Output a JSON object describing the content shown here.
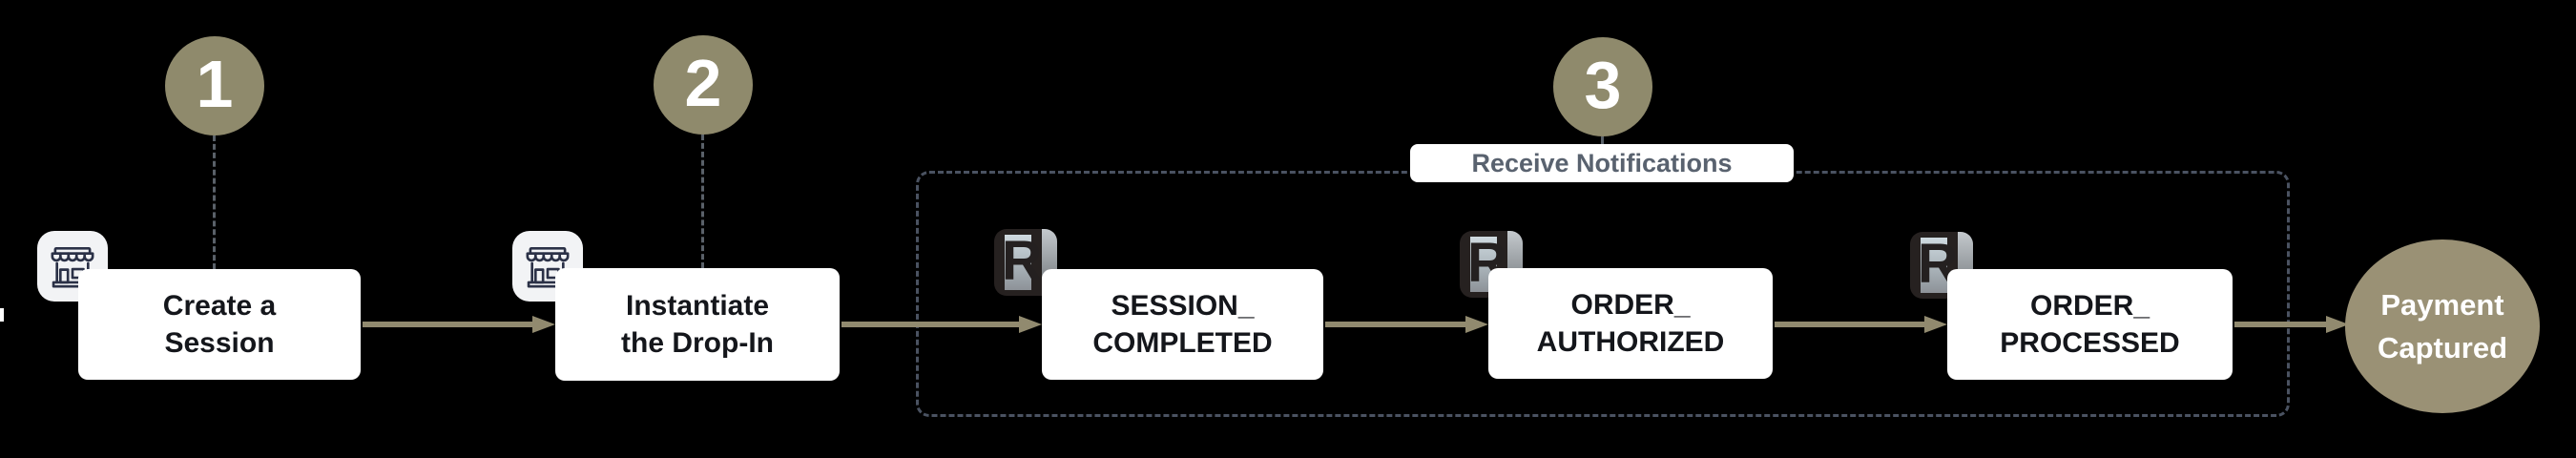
{
  "diagram": {
    "background": "#000000",
    "badge_color": "#8F8A6C",
    "arrow_color": "#918A6F",
    "dash_color": "#4A5261",
    "node_text_color": "#14161B",
    "steps": [
      {
        "number": "1",
        "title_line1": "Create a",
        "title_line2": "Session",
        "icon": "storefront-icon"
      },
      {
        "number": "2",
        "title_line1": "Instantiate",
        "title_line2": "the Drop-In",
        "icon": "storefront-icon"
      }
    ],
    "notifications_group": {
      "number": "3",
      "label": "Receive Notifications",
      "logo_letter": "R",
      "events": [
        {
          "line1": "SESSION_",
          "line2": "COMPLETED"
        },
        {
          "line1": "ORDER_",
          "line2": "AUTHORIZED"
        },
        {
          "line1": "ORDER_",
          "line2": "PROCESSED"
        }
      ]
    },
    "end_state": {
      "line1": "Payment",
      "line2": "Captured",
      "color": "#9A9175"
    }
  }
}
